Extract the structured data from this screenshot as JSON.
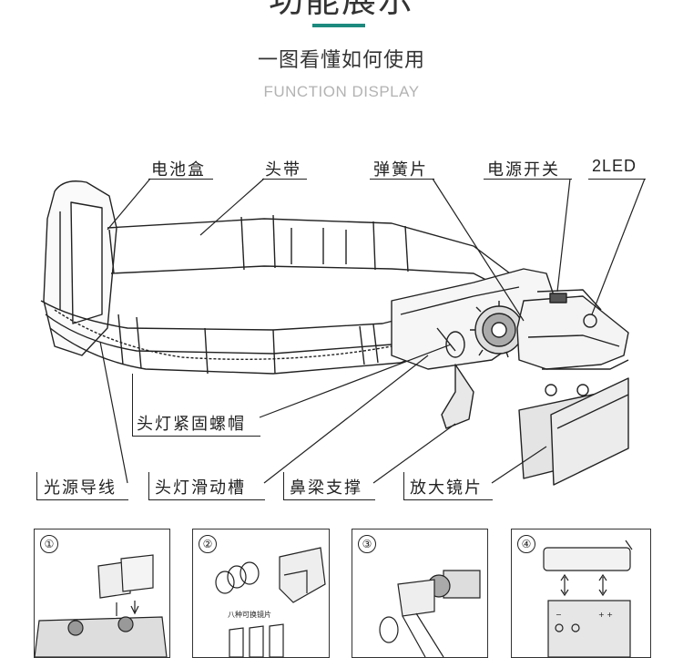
{
  "header": {
    "title": "功能展示",
    "subtitle": "一图看懂如何使用",
    "subtitle_en": "FUNCTION DISPLAY",
    "accent_color": "#1d8a7e"
  },
  "callouts": {
    "battery_box": "电池盒",
    "headband": "头带",
    "spring_plate": "弹簧片",
    "power_switch": "电源开关",
    "led": "2LED",
    "lamp_nut": "头灯紧固螺帽",
    "light_guide": "光源导线",
    "lamp_slide_groove": "头灯滑动槽",
    "nose_support": "鼻梁支撑",
    "magnifier_lens": "放大镜片"
  },
  "steps": [
    {
      "number": "①"
    },
    {
      "number": "②",
      "note": "八种可换镜片"
    },
    {
      "number": "③"
    },
    {
      "number": "④"
    }
  ]
}
